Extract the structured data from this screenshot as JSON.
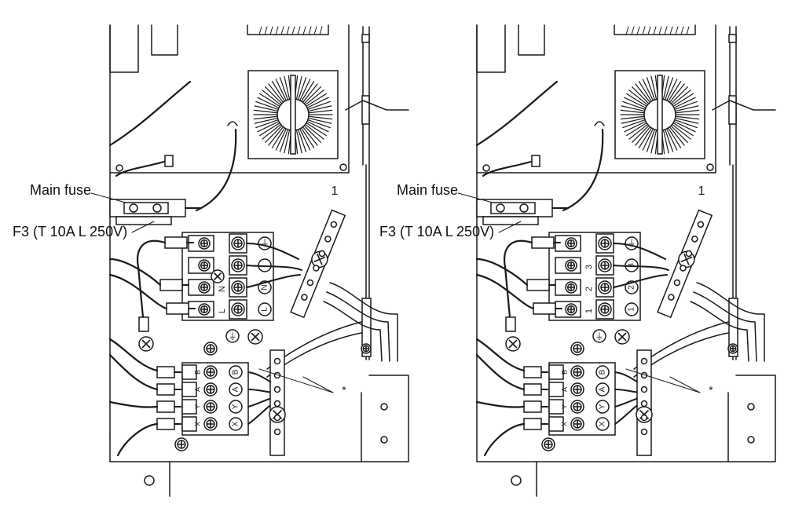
{
  "panels": [
    {
      "main_fuse_label": "Main fuse",
      "fuse_rating_label": "F3 (T  10A  L  250V)",
      "power_terminals": [
        "",
        "",
        "N",
        "L"
      ],
      "signal_terminals": [
        "B",
        "A",
        "Y",
        "X"
      ],
      "asterisk": "*",
      "ground_glyph": "⏚"
    },
    {
      "main_fuse_label": "Main fuse",
      "fuse_rating_label": "F3 (T  10A  L  250V)",
      "power_terminals": [
        "",
        "3",
        "2",
        "1"
      ],
      "signal_terminals": [
        "B",
        "A",
        "Y",
        "X"
      ],
      "asterisk": "*",
      "ground_glyph": "⏚"
    }
  ],
  "colors": {
    "line": "#1a1a1a",
    "background": "#ffffff",
    "fill_light": "#e6e6e6"
  }
}
